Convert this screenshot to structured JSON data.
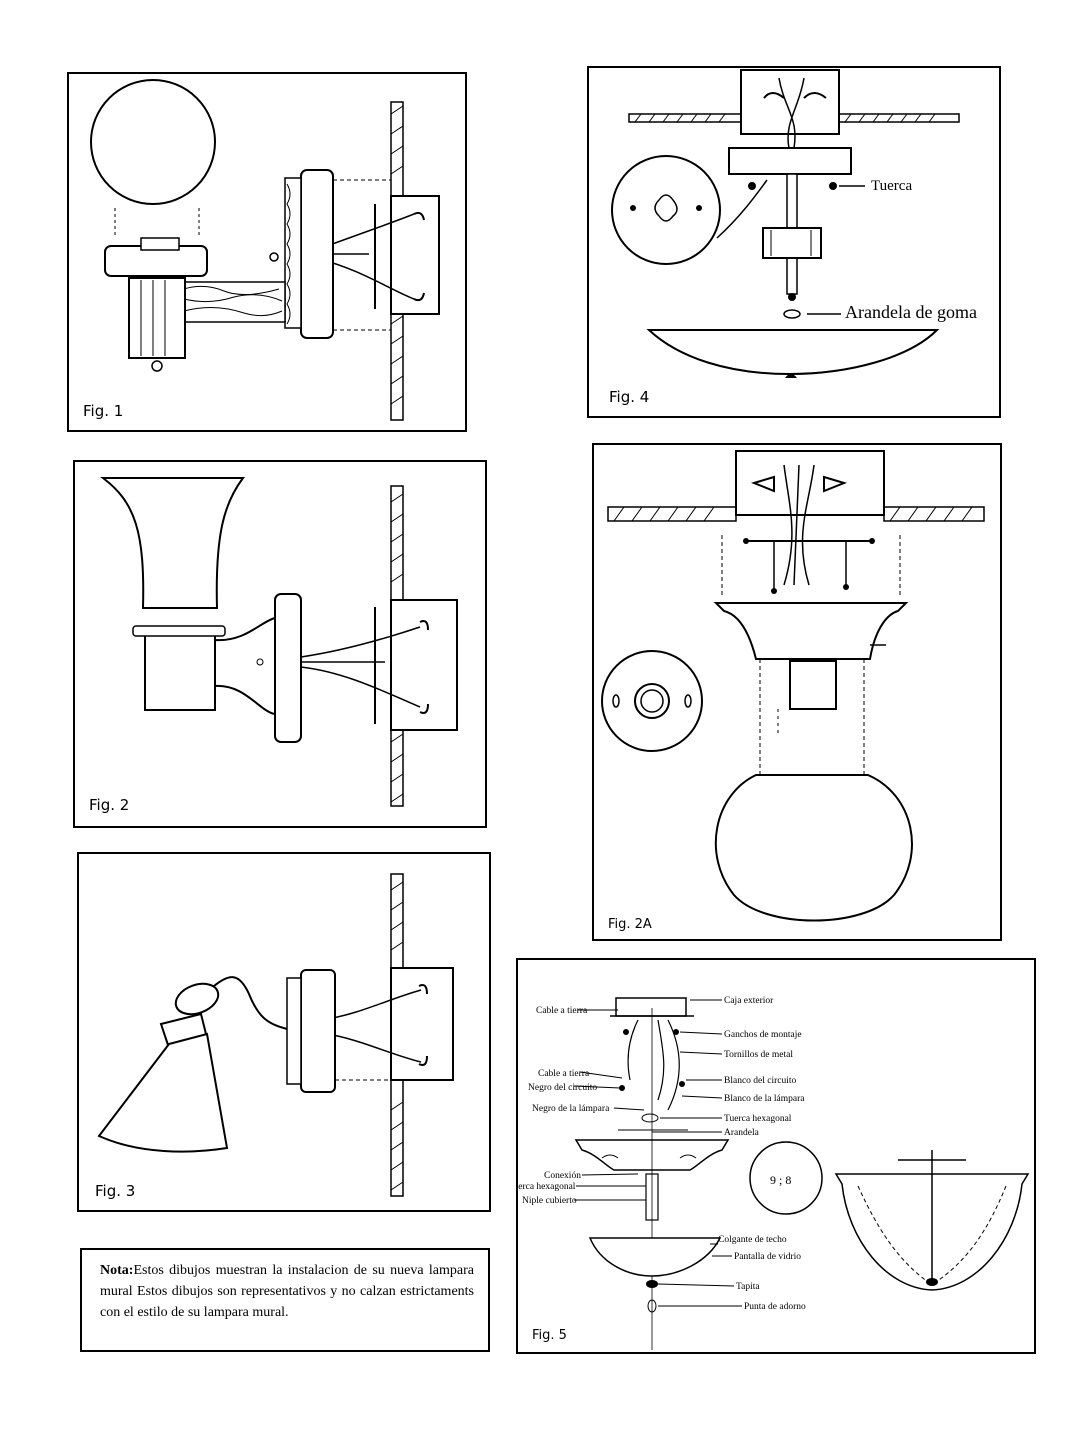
{
  "figures": {
    "fig1": {
      "label": "Fig. 1"
    },
    "fig2": {
      "label": "Fig. 2"
    },
    "fig3": {
      "label": "Fig. 3"
    },
    "fig4": {
      "label": "Fig. 4",
      "tuerca": "Tuerca",
      "arandela_goma": "Arandela de goma"
    },
    "fig2a": {
      "label": "Fig. 2A"
    },
    "fig5": {
      "label": "Fig. 5",
      "left_labels": [
        "Cable a tierra",
        "Cable a tierra",
        "Negro del circuito",
        "Negro de la lámpara",
        "Conexión",
        "Tuerca hexagonal",
        "Niple cubierto"
      ],
      "right_labels": [
        "Caja exterior",
        "Ganchos de montaje",
        "Tornillos de metal",
        "Blanco del circuito",
        "Blanco de la lámpara",
        "Tuerca hexagonal",
        "Arandela",
        "Colgante de techo",
        "Pantalla de vidrio",
        "Tapita",
        "Punta de adorno"
      ]
    }
  },
  "note": {
    "bold": "Nota:",
    "text": "Estos dibujos muestran la instalacion de su nueva lampara mural Estos dibujos son representativos y no calzan estrictaments con el estilo de su lampara mural."
  }
}
